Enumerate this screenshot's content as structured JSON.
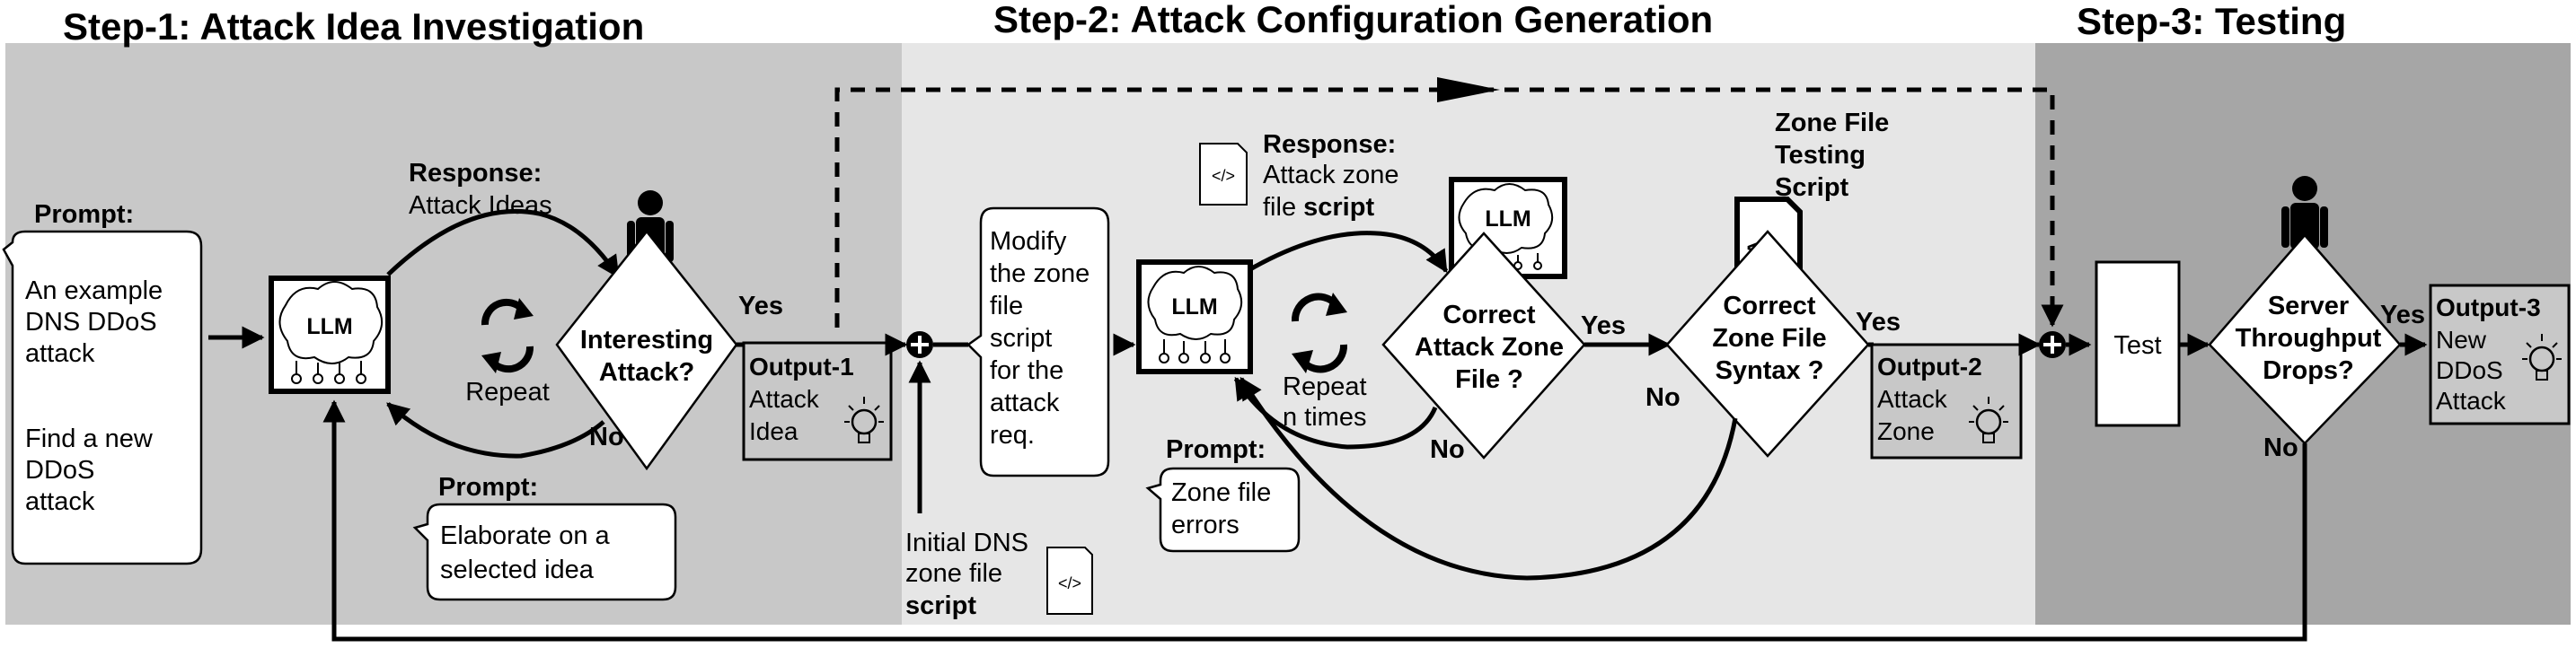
{
  "steps": {
    "step1": "Step-1: Attack Idea Investigation",
    "step2": "Step-2: Attack Configuration Generation",
    "step3": "Step-3: Testing"
  },
  "prompt1": {
    "title": "Prompt:",
    "line1": "An example",
    "line2": "DNS DDoS",
    "line3": "attack",
    "line4": "Find a new",
    "line5": "DDoS",
    "line6": "attack"
  },
  "llm_label": "LLM",
  "response1": {
    "title": "Response:",
    "text": "Attack Ideas"
  },
  "repeat1": "Repeat",
  "decision1": {
    "line1": "Interesting",
    "line2": "Attack?"
  },
  "yes": "Yes",
  "no": "No",
  "prompt2": {
    "title": "Prompt:",
    "line1": "Elaborate on a",
    "line2": "selected idea"
  },
  "output1": {
    "title": "Output-1",
    "line1": "Attack",
    "line2": "Idea"
  },
  "initial": {
    "line1": "Initial DNS",
    "line2": "zone file",
    "line3": "script"
  },
  "modify": {
    "line1": "Modify",
    "line2": "the zone",
    "line3": "file",
    "line4": "script",
    "line5": "for the",
    "line6": "attack",
    "line7": "req."
  },
  "response2": {
    "title": "Response:",
    "line1": "Attack zone",
    "line2a": "file ",
    "line2b": "script"
  },
  "repeat2": {
    "line1": "Repeat",
    "line2": "n times"
  },
  "prompt3": {
    "title": "Prompt:",
    "line1": "Zone file",
    "line2": "errors"
  },
  "decision2": {
    "line1": "Correct",
    "line2": "Attack Zone",
    "line3": "File ?"
  },
  "zone_testing": {
    "line1": "Zone File",
    "line2": "Testing",
    "line3": "Script"
  },
  "decision3": {
    "line1": "Correct",
    "line2": "Zone File",
    "line3": "Syntax ?"
  },
  "output2": {
    "title": "Output-2",
    "line1": "Attack",
    "line2": "Zone"
  },
  "test_label": "Test",
  "decision4": {
    "line1": "Server",
    "line2": "Throughput",
    "line3": "Drops?"
  },
  "output3": {
    "title": "Output-3",
    "line1": "New",
    "line2": "DDoS",
    "line3": "Attack"
  },
  "colors": {
    "step1_bg": "#c8c8c8",
    "step2_bg": "#e6e6e6",
    "step3_bg": "#a6a6a6",
    "output_fill": "#c8c8c8",
    "ink": "#000000",
    "paper": "#ffffff"
  }
}
